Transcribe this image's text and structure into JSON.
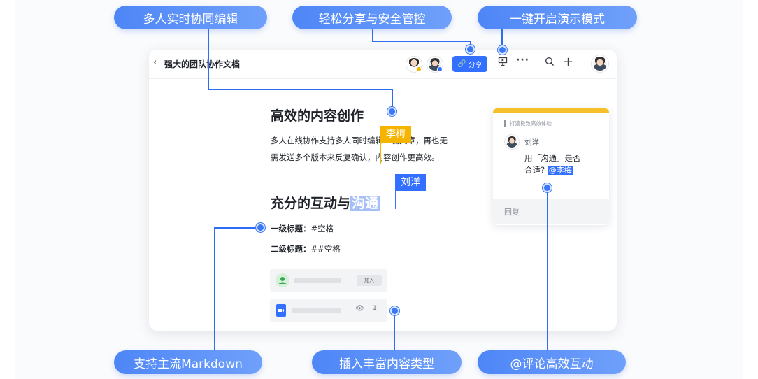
{
  "features": {
    "collab": "多人实时协同编辑",
    "share": "轻松分享与安全管控",
    "present": "一键开启演示模式",
    "markdown": "支持主流Markdown",
    "insert": "插入丰富内容类型",
    "mention": "@评论高效互动"
  },
  "doc": {
    "back_icon": "chevron-left-icon",
    "title": "强大的团队协作文档",
    "share_label": "分享",
    "heading1": "高效的内容创作",
    "para_line1": "多人在线协作支持多人同时编辑一篇文章，再也无",
    "para_line2": "需发送多个版本来反复确认，内容创作更高效。",
    "heading2_prefix": "充分的互动与",
    "heading2_highlight": "沟通",
    "md_h1_label": "一级标题：",
    "md_h1_syntax": "#空格",
    "md_h2_label": "二级标题：",
    "md_h2_syntax": "##空格",
    "join_label": "加入"
  },
  "cursors": {
    "user1": "李梅",
    "user2": "刘洋",
    "user1_color": "#f5b400",
    "user2_color": "#3370ff"
  },
  "comment": {
    "quote": "打造极致高效体验",
    "author": "刘洋",
    "text_line1": "用「沟通」是否",
    "text_line2": "合适?",
    "mention": "@李梅",
    "reply_placeholder": "回复"
  },
  "colors": {
    "accent": "#3370ff",
    "pill_bg": "#5a91f8",
    "comment_bar": "#f5c02a"
  }
}
